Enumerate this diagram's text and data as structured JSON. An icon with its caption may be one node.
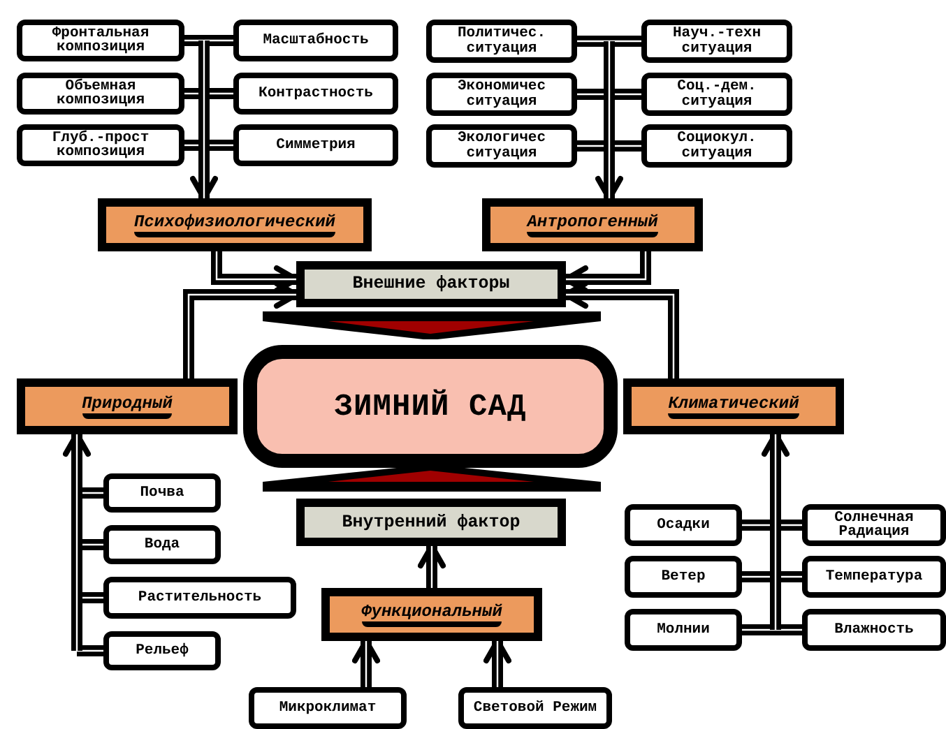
{
  "diagram": {
    "nodes": [
      {
        "text": [
          "Фронтальная композиция"
        ]
      },
      {
        "text": [
          "Объемная композиция"
        ]
      },
      {
        "text": [
          "Глуб.-прост композиция"
        ]
      },
      {
        "text": [
          "Масштабность"
        ]
      },
      {
        "text": [
          "Контрастность"
        ]
      },
      {
        "text": [
          "Симметрия"
        ]
      },
      {
        "text": [
          "Психофизиологический"
        ]
      },
      {
        "text": [
          "Политичес. ситуация"
        ]
      },
      {
        "text": [
          "Экономичес ситуация"
        ]
      },
      {
        "text": [
          "Экологичес ситуация"
        ]
      },
      {
        "text": [
          "Науч.-техн ситуация"
        ]
      },
      {
        "text": [
          "Соц.-дем. ситуация"
        ]
      },
      {
        "text": [
          "Социокул. ситуация"
        ]
      },
      {
        "text": [
          "Антропогенный"
        ]
      },
      {
        "text": [
          "Внешние факторы"
        ]
      },
      {
        "text": [
          "ЗИМНИЙ САД"
        ]
      },
      {
        "text": [
          "Природный"
        ]
      },
      {
        "text": [
          "Климатический"
        ]
      },
      {
        "text": [
          "Почва"
        ]
      },
      {
        "text": [
          "Вода"
        ]
      },
      {
        "text": [
          "Растительность"
        ]
      },
      {
        "text": [
          "Рельеф"
        ]
      },
      {
        "text": [
          "Внутренний фактор"
        ]
      },
      {
        "text": [
          "Функциональный"
        ]
      },
      {
        "text": [
          "Микроклимат"
        ]
      },
      {
        "text": [
          "Световой Режим"
        ]
      },
      {
        "text": [
          "Осадки"
        ]
      },
      {
        "text": [
          "Ветер"
        ]
      },
      {
        "text": [
          "Молнии"
        ]
      },
      {
        "text": [
          "Солнечная Радиация"
        ]
      },
      {
        "text": [
          "Температура"
        ]
      },
      {
        "text": [
          "Влажность"
        ]
      }
    ],
    "edges": [
      {
        "from": 0,
        "to": 6,
        "arrow": "to"
      },
      {
        "from": 1,
        "to": 6,
        "arrow": "to"
      },
      {
        "from": 2,
        "to": 6,
        "arrow": "to"
      },
      {
        "from": 3,
        "to": 6,
        "arrow": "to"
      },
      {
        "from": 4,
        "to": 6,
        "arrow": "to"
      },
      {
        "from": 5,
        "to": 6,
        "arrow": "to"
      },
      {
        "from": 7,
        "to": 13,
        "arrow": "to"
      },
      {
        "from": 8,
        "to": 13,
        "arrow": "to"
      },
      {
        "from": 9,
        "to": 13,
        "arrow": "to"
      },
      {
        "from": 10,
        "to": 13,
        "arrow": "to"
      },
      {
        "from": 11,
        "to": 13,
        "arrow": "to"
      },
      {
        "from": 12,
        "to": 13,
        "arrow": "to"
      },
      {
        "from": 6,
        "to": 14,
        "arrow": "to"
      },
      {
        "from": 16,
        "to": 14,
        "arrow": "to"
      },
      {
        "from": 13,
        "to": 14,
        "arrow": "to"
      },
      {
        "from": 17,
        "to": 14,
        "arrow": "to"
      },
      {
        "from": 18,
        "to": 16,
        "arrow": "to"
      },
      {
        "from": 19,
        "to": 16,
        "arrow": "to"
      },
      {
        "from": 20,
        "to": 16,
        "arrow": "to"
      },
      {
        "from": 21,
        "to": 16,
        "arrow": "to"
      },
      {
        "from": 23,
        "to": 22,
        "arrow": "to"
      },
      {
        "from": 24,
        "to": 23,
        "arrow": "to"
      },
      {
        "from": 25,
        "to": 23,
        "arrow": "to"
      },
      {
        "from": 26,
        "to": 17,
        "arrow": "to"
      },
      {
        "from": 27,
        "to": 17,
        "arrow": "to"
      },
      {
        "from": 28,
        "to": 17,
        "arrow": "to"
      },
      {
        "from": 29,
        "to": 17,
        "arrow": "to"
      },
      {
        "from": 30,
        "to": 17,
        "arrow": "to"
      },
      {
        "from": 31,
        "to": 17,
        "arrow": "to"
      }
    ]
  }
}
